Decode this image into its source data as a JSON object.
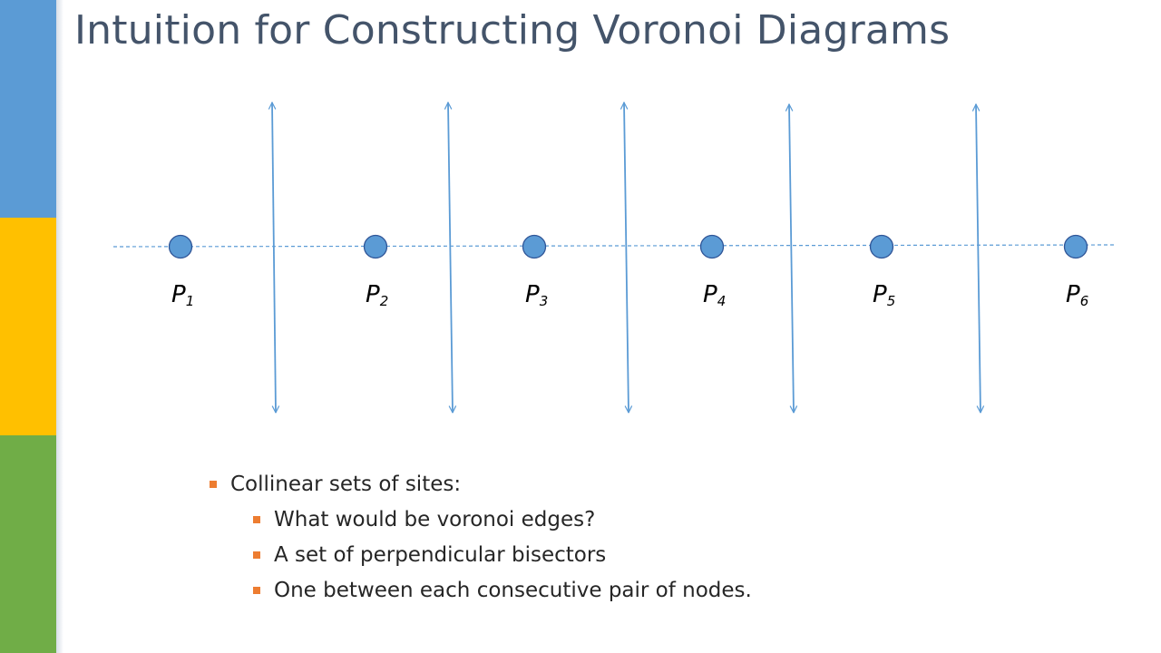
{
  "slide": {
    "title": "Intuition for Constructing Voronoi Diagrams",
    "accent_colors": {
      "bar_top": "#5b9bd5",
      "bar_middle": "#ffc000",
      "bar_bottom": "#70ad47",
      "bullet": "#ed7d31",
      "diagram": "#5b9bd5",
      "title": "#44546a"
    }
  },
  "diagram": {
    "sites": [
      {
        "base": "P",
        "sub": "1"
      },
      {
        "base": "P",
        "sub": "2"
      },
      {
        "base": "P",
        "sub": "3"
      },
      {
        "base": "P",
        "sub": "4"
      },
      {
        "base": "P",
        "sub": "5"
      },
      {
        "base": "P",
        "sub": "6"
      }
    ],
    "bisector_count": 5
  },
  "bullets": [
    {
      "level": 1,
      "text": "Collinear sets of sites:"
    },
    {
      "level": 2,
      "text": "What would be voronoi edges?"
    },
    {
      "level": 2,
      "text": "A set of perpendicular bisectors"
    },
    {
      "level": 2,
      "text": "One between each consecutive pair of nodes."
    }
  ]
}
